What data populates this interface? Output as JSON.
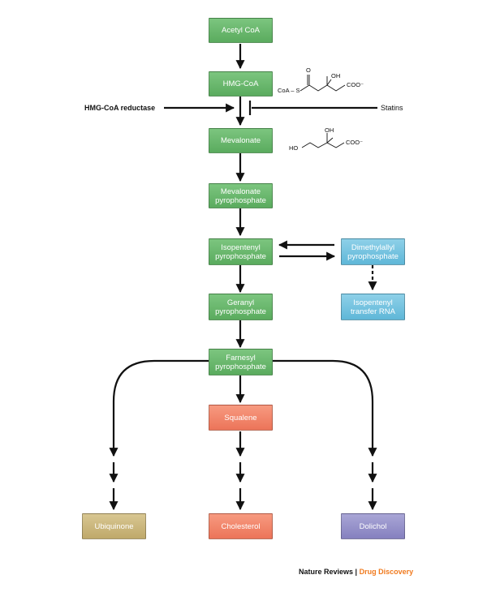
{
  "nodes": {
    "acetyl_coa": "Acetyl CoA",
    "hmg_coa": "HMG-CoA",
    "mevalonate": "Mevalonate",
    "mevalonate_pp": "Mevalonate\npyrophosphate",
    "isopentenyl_pp": "Isopentenyl\npyrophosphate",
    "dimethylallyl_pp": "Dimethylallyl\npyrophosphate",
    "isopentenyl_trna": "Isopentenyl\ntransfer RNA",
    "geranyl_pp": "Geranyl\npyrophosphate",
    "farnesyl_pp": "Farnesyl\npyrophosphate",
    "squalene": "Squalene",
    "ubiquinone": "Ubiquinone",
    "cholesterol": "Cholesterol",
    "dolichol": "Dolichol"
  },
  "labels": {
    "enzyme": "HMG-CoA reductase",
    "inhibitor": "Statins"
  },
  "structures": {
    "hmg_coa": {
      "left_group": "CoA – S",
      "oh": "OH",
      "o": "O",
      "carboxylate": "COO⁻"
    },
    "mevalonate": {
      "ho": "HO",
      "oh": "OH",
      "carboxylate": "COO⁻"
    }
  },
  "footer": {
    "publisher": "Nature Reviews",
    "separator": "|",
    "journal": "Drug Discovery"
  },
  "colors": {
    "green": "#6bb86e",
    "blue": "#70c2e0",
    "salmon": "#f2856b",
    "tan": "#cbb87e",
    "purple": "#9490c9",
    "brand_orange": "#f07a1e"
  }
}
